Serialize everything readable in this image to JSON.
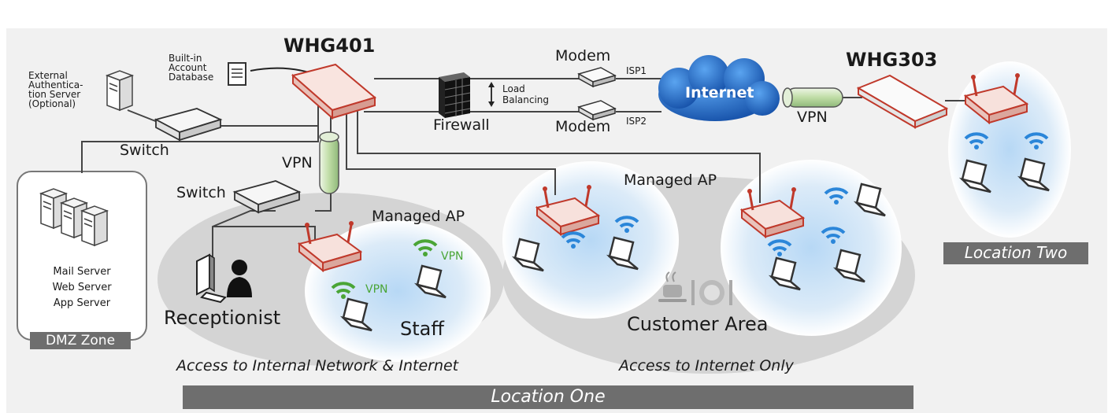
{
  "devices": {
    "main_gateway": "WHG401",
    "remote_gateway": "WHG303",
    "modem_top": "Modem",
    "modem_bottom": "Modem",
    "isp1": "ISP1",
    "isp2": "ISP2",
    "load_balancing": "Load\nBalancing",
    "firewall": "Firewall",
    "internet": "Internet",
    "vpn_remote": "VPN",
    "vpn_local": "VPN",
    "switch_top": "Switch",
    "switch_lower": "Switch",
    "builtin_db": "Built-in\nAccount\nDatabase",
    "auth_server": "External\nAuthentica-\ntion Server\n(Optional)"
  },
  "dmz": {
    "servers": "Mail Server\nWeb Server\nApp Server",
    "label": "DMZ Zone"
  },
  "areas": {
    "managed_ap_staff": "Managed AP",
    "managed_ap_customer": "Managed AP",
    "vpn_tag_1": "VPN",
    "vpn_tag_2": "VPN",
    "receptionist": "Receptionist",
    "staff": "Staff",
    "customer_area": "Customer Area",
    "access_internal": "Access to Internal Network & Internet",
    "access_internet": "Access to Internet Only"
  },
  "locations": {
    "one": "Location One",
    "two": "Location Two"
  },
  "colors": {
    "router_red": "#c0392b",
    "cloud_blue": "#1e63b8",
    "wifi_blue": "#2b86d9",
    "vpn_green": "#4aa536",
    "bar_gray": "#6e6e6e"
  }
}
